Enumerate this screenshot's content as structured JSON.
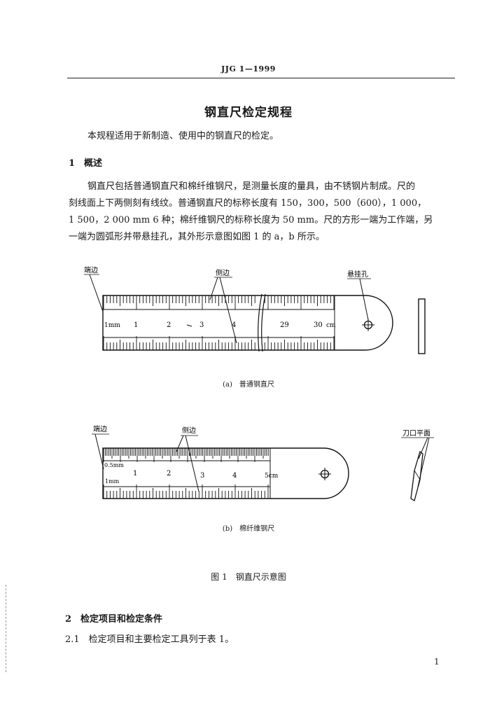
{
  "header": {
    "code": "JJG 1—1999"
  },
  "title": "钢直尺检定规程",
  "intro": "本规程适用于新制造、使用中的钢直尺的检定。",
  "section1": {
    "heading": "1　概述",
    "lines": [
      "钢直尺包括普通钢直尺和棉纤维钢尺，是测量长度的量具，由不锈钢片制成。尺的",
      "刻线面上下两侧刻有线纹。普通钢直尺的标称长度有 150，300，500（600），1 000，",
      "1 500，2 000 mm 6 种；棉纤维钢尺的标称长度为 50 mm。尺的方形一端为工作端，另",
      "一端为圆弧形并带悬挂孔，其外形示意图如图 1 的 a，b 所示。"
    ]
  },
  "figure_a": {
    "labels": {
      "end_edge": "端边",
      "side_edge": "侧边",
      "hang_hole": "悬挂孔"
    },
    "scale_numbers": [
      "1mm",
      "1",
      "2",
      "3",
      "4",
      "29",
      "30",
      "cm"
    ],
    "caption": "(a)　普通钢直尺"
  },
  "figure_b": {
    "labels": {
      "end_edge": "端边",
      "side_edge": "侧边",
      "blade_face": "刀口平面"
    },
    "scale_numbers": [
      "0.5mm",
      "1mm",
      "1",
      "2",
      "3",
      "4",
      "5cm"
    ],
    "caption": "(b)　棉纤维钢尺"
  },
  "figure_caption": "图 1　钢直尺示意图",
  "section2": {
    "heading": "2　检定项目和检定条件",
    "item_2_1": "2.1　检定项目和主要检定工具列于表 1。"
  },
  "page_number": "1"
}
